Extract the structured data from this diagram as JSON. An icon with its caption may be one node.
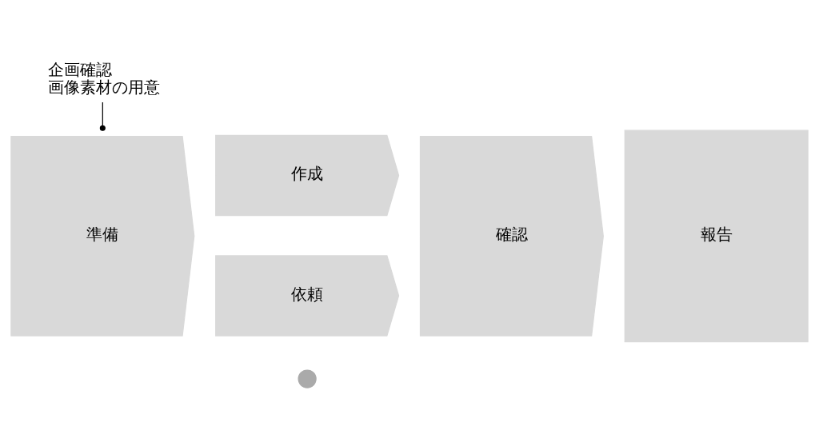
{
  "diagram": {
    "nodes": [
      {
        "text": [
          "準備"
        ]
      },
      {
        "text": [
          "作成"
        ]
      },
      {
        "text": [
          "依頼"
        ]
      },
      {
        "text": [
          "確認"
        ]
      },
      {
        "text": [
          "報告"
        ]
      },
      {
        "text": [
          "企画確認",
          "画像素材の用意"
        ]
      },
      {
        "text": [],
        "shape": "circle"
      }
    ],
    "edges": [
      {
        "from": 5,
        "to": 0,
        "arrow": "other"
      }
    ]
  }
}
